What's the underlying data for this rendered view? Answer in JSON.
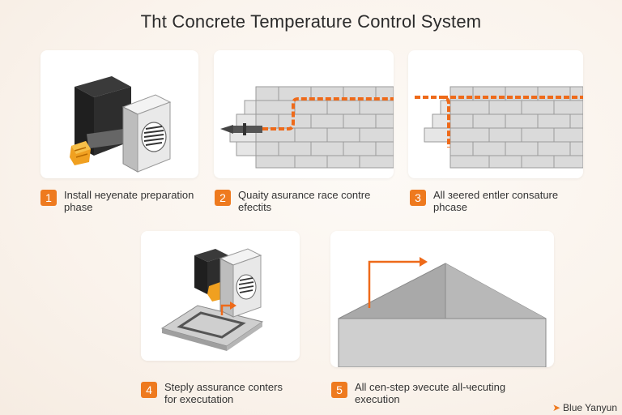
{
  "title": "Tht Concrete Temperature Control System",
  "steps": [
    {
      "number": "1",
      "text_line1": "Install нeyenate preparation",
      "text_line2": "phase"
    },
    {
      "number": "2",
      "text_line1": "Quaity asurance race contre",
      "text_line2": "efectits"
    },
    {
      "number": "3",
      "text_line1": "All зeered entler consature",
      "text_line2": "phcase"
    },
    {
      "number": "4",
      "text_line1": "Steply assurance conters",
      "text_line2": "for executation"
    },
    {
      "number": "5",
      "text_line1": "All cen-step эvecute all-чecuting",
      "text_line2": "execution"
    }
  ],
  "brand": "Blue Yanyun",
  "colors": {
    "accent": "#ee7a1f",
    "brick": "#d9d9d9",
    "mortar": "#9a9a9a",
    "unit_body": "#e4e4e4",
    "unit_dark": "#2d2d2d"
  },
  "icons": [
    "heater-unit-icon",
    "brick-wall-icon",
    "pipe-icon",
    "insulated-slab-icon",
    "roof-slab-icon",
    "bird-icon"
  ]
}
